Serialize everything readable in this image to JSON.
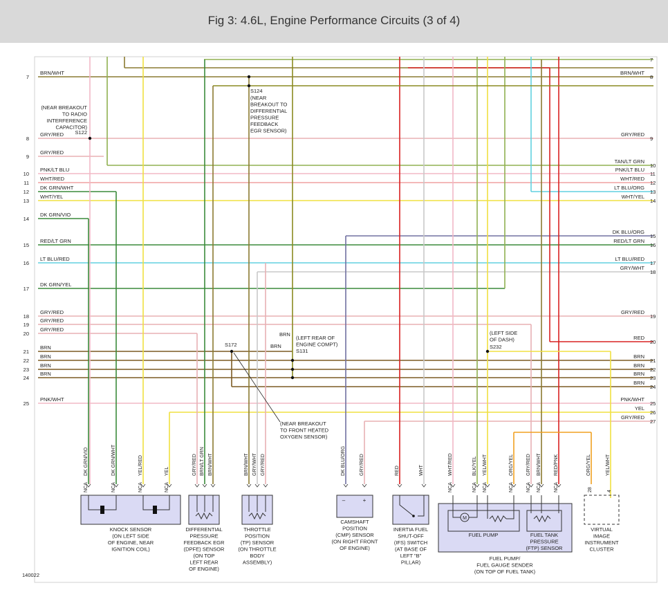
{
  "title": "Fig 3: 4.6L, Engine Performance Circuits (3 of 4)",
  "figure_id": "140022",
  "colors": {
    "brn": "#7b5a22",
    "brn_wht": "#8a7a30",
    "gry_red": "#e8b0b4",
    "pnk": "#f2b8c6",
    "wht_red": "#f0a0a0",
    "dk_grn": "#3a8a3a",
    "yel": "#f0e040",
    "red": "#d82020",
    "lt_blu": "#60d0e0",
    "dk_blu": "#7070a0",
    "gry": "#c8c8c8",
    "tan_lt_grn": "#90b050",
    "org": "#f0a020",
    "olive": "#8a8a20",
    "component_fill": "#dadaf4"
  },
  "left_rows": [
    {
      "num": "7",
      "label": "BRN/WHT"
    },
    {
      "num": "8",
      "label": "GRY/RED"
    },
    {
      "num": "9",
      "label": "GRY/RED"
    },
    {
      "num": "10",
      "label": "PNK/LT BLU"
    },
    {
      "num": "11",
      "label": "WHT/RED"
    },
    {
      "num": "12",
      "label": "DK GRN/WHT"
    },
    {
      "num": "13",
      "label": "WHT/YEL"
    },
    {
      "num": "14",
      "label": "DK GRN/VIO"
    },
    {
      "num": "15",
      "label": "RED/LT GRN"
    },
    {
      "num": "16",
      "label": "LT BLU/RED"
    },
    {
      "num": "17",
      "label": "DK GRN/YEL"
    },
    {
      "num": "18",
      "label": "GRY/RED"
    },
    {
      "num": "19",
      "label": "GRY/RED"
    },
    {
      "num": "20",
      "label": "GRY/RED"
    },
    {
      "num": "21",
      "label": "BRN"
    },
    {
      "num": "22",
      "label": "BRN"
    },
    {
      "num": "23",
      "label": "BRN"
    },
    {
      "num": "24",
      "label": "BRN"
    },
    {
      "num": "25",
      "label": "PNK/WHT"
    }
  ],
  "right_rows": [
    {
      "num": "7",
      "label": ""
    },
    {
      "num": "8",
      "label": "BRN/WHT"
    },
    {
      "num": "9",
      "label": "GRY/RED"
    },
    {
      "num": "10",
      "label": "TAN/LT GRN"
    },
    {
      "num": "11",
      "label": "PNK/LT BLU"
    },
    {
      "num": "12",
      "label": "WHT/RED"
    },
    {
      "num": "13",
      "label": "LT BLU/ORG"
    },
    {
      "num": "14",
      "label": "WHT/YEL"
    },
    {
      "num": "15",
      "label": "DK BLU/ORG"
    },
    {
      "num": "16",
      "label": "RED/LT GRN"
    },
    {
      "num": "17",
      "label": "LT BLU/RED"
    },
    {
      "num": "18",
      "label": "GRY/WHT"
    },
    {
      "num": "19",
      "label": "GRY/RED"
    },
    {
      "num": "20",
      "label": "RED"
    },
    {
      "num": "21",
      "label": "BRN"
    },
    {
      "num": "22",
      "label": "BRN"
    },
    {
      "num": "23",
      "label": "BRN"
    },
    {
      "num": "24",
      "label": "BRN"
    },
    {
      "num": "25",
      "label": "PNK/WHT"
    },
    {
      "num": "26",
      "label": "YEL"
    },
    {
      "num": "27",
      "label": "GRY/RED"
    }
  ],
  "splices": {
    "s124": {
      "name": "S124",
      "note": [
        "(NEAR",
        "BREAKOUT TO",
        "DIFFERENTIAL",
        "PRESSURE",
        "FEEDBACK",
        "EGR SENSOR)"
      ]
    },
    "s122": {
      "name": "S122",
      "note": [
        "(NEAR BREAKOUT",
        "TO RADIO",
        "INTERFERENCE",
        "CAPACITOR)"
      ]
    },
    "s172": {
      "name": "S172",
      "note": [
        "(NEAR BREAKOUT",
        "TO FRONT HEATED",
        "OXYGEN SENSOR)"
      ]
    },
    "s131": {
      "name": "S131",
      "note": [
        "(LEFT REAR OF",
        "ENGINE COMPT)"
      ]
    },
    "s232": {
      "name": "S232",
      "note": [
        "(LEFT SIDE",
        "OF DASH)"
      ]
    }
  },
  "splice_wire_labels": {
    "brn_top": "BRN",
    "brn_mid": "BRN"
  },
  "vertical_wire_labels": [
    "DK GRN/VIO",
    "DK GRN/WHT",
    "YEL/RED",
    "YEL",
    "GRY/RED",
    "BRN/LT GRN",
    "BRN/WHT",
    "BRN/WHT",
    "GRY/WHT",
    "GRY/RED",
    "DK BLU/ORG",
    "GRY/RED",
    "RED",
    "WHT",
    "WHT/RED",
    "BLK/YEL",
    "YEL/WHT",
    "ORG/YEL",
    "GRY/RED",
    "BRN/WHT",
    "RED/PNK",
    "ORG/YEL",
    "YEL/WHT"
  ],
  "nca_label": "NCA",
  "vic_pins": [
    "28",
    "4"
  ],
  "components": [
    {
      "name": [
        "KNOCK SENSOR",
        "(ON LEFT SIDE",
        "OF ENGINE, NEAR",
        "IGNITION COIL)"
      ]
    },
    {
      "name": [
        "DIFFERENTIAL",
        "PRESSURE",
        "FEEDBACK EGR",
        "(DPFE) SENSOR",
        "(ON TOP",
        "LEFT REAR",
        "OF ENGINE)"
      ]
    },
    {
      "name": [
        "THROTTLE",
        "POSITION",
        "(TP) SENSOR",
        "(ON THROTTLE",
        "BODY",
        "ASSEMBLY)"
      ]
    },
    {
      "name": [
        "CAMSHAFT",
        "POSITION",
        "(CMP) SENSOR",
        "(ON RIGHT FRONT",
        "OF ENGINE)"
      ]
    },
    {
      "name": [
        "INERTIA FUEL",
        "SHUT-OFF",
        "(IFS) SWITCH",
        "(AT BASE OF",
        "LEFT \"B\"",
        "PILLAR)"
      ]
    },
    {
      "name": [
        "FUEL PUMP"
      ]
    },
    {
      "name": [
        "FUEL TANK",
        "PRESSURE",
        "(FTP) SENSOR"
      ]
    },
    {
      "name": [
        "FUEL PUMP/",
        "FUEL GAUGE SENDER",
        "(ON TOP OF FUEL TANK)"
      ]
    },
    {
      "name": [
        "VIRTUAL",
        "IMAGE",
        "INSTRUMENT",
        "CLUSTER"
      ]
    }
  ],
  "cmp_signs": {
    "minus": "–",
    "plus": "+"
  },
  "pump_symbol": "M"
}
